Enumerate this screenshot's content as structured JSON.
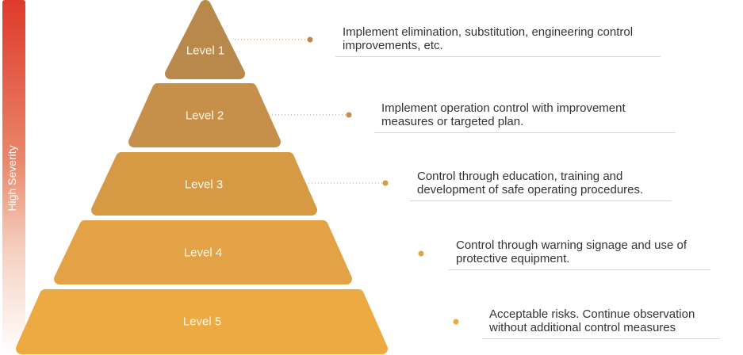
{
  "severity_label": "High Severity",
  "colors": {
    "level1": "#b9894c",
    "level2": "#c68f4a",
    "level3": "#d69a45",
    "level4": "#e3a246",
    "level5": "#eeaa42",
    "severity_top": "#df3a2b"
  },
  "levels": [
    {
      "label": "Level 1",
      "description": "Implement elimination, substitution, engineering control improvements, etc."
    },
    {
      "label": "Level 2",
      "description": "Implement operation control with improvement measures or targeted plan."
    },
    {
      "label": "Level 3",
      "description": "Control through education, training and development of safe operating procedures."
    },
    {
      "label": "Level 4",
      "description": "Control through warning signage and use of protective equipment."
    },
    {
      "label": "Level 5",
      "description": "Acceptable risks. Continue observation without additional control measures"
    }
  ]
}
